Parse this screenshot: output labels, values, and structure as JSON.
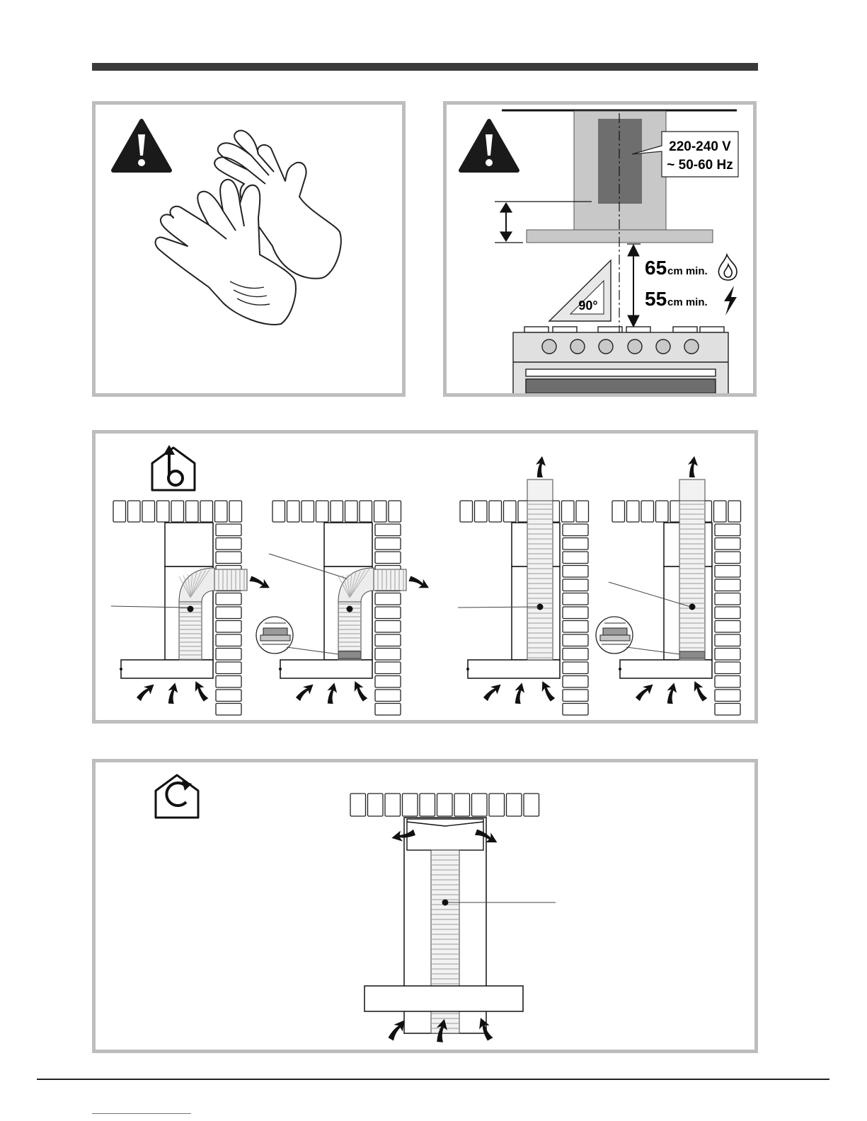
{
  "panels": {
    "electrical": {
      "voltage": "220-240 V",
      "frequency": "~ 50-60 Hz",
      "angle": "90°",
      "gas_distance_value": "65",
      "electric_distance_value": "55",
      "distance_unit": "cm min."
    }
  },
  "icons": {
    "warning": "warning-triangle-icon",
    "gloves": "gloves-icon",
    "flame": "flame-icon",
    "lightning": "lightning-icon",
    "ducted": "ducted-mode-house-icon",
    "recirculation": "recirculation-mode-house-icon"
  },
  "colors": {
    "panel_border": "#bdbdbd",
    "hood_gray": "#c8c8c8",
    "hood_dark": "#6e6e6e",
    "warning_fill": "#1a1a1a"
  }
}
